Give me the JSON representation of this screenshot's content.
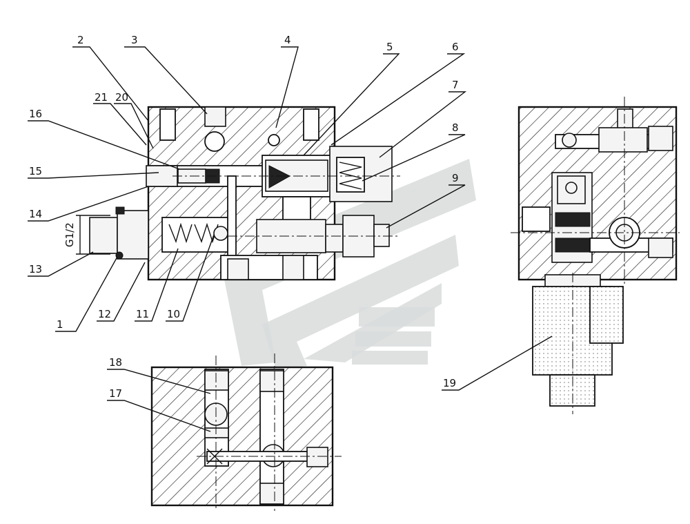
{
  "labels": {
    "l1": "1",
    "l2": "2",
    "l3": "3",
    "l4": "4",
    "l5": "5",
    "l6": "6",
    "l7": "7",
    "l8": "8",
    "l9": "9",
    "l10": "10",
    "l11": "11",
    "l12": "12",
    "l13": "13",
    "l14": "14",
    "l15": "15",
    "l16": "16",
    "l17": "17",
    "l18": "18",
    "l19": "19",
    "l20": "20",
    "l21": "21"
  },
  "dimension": "G1/2"
}
